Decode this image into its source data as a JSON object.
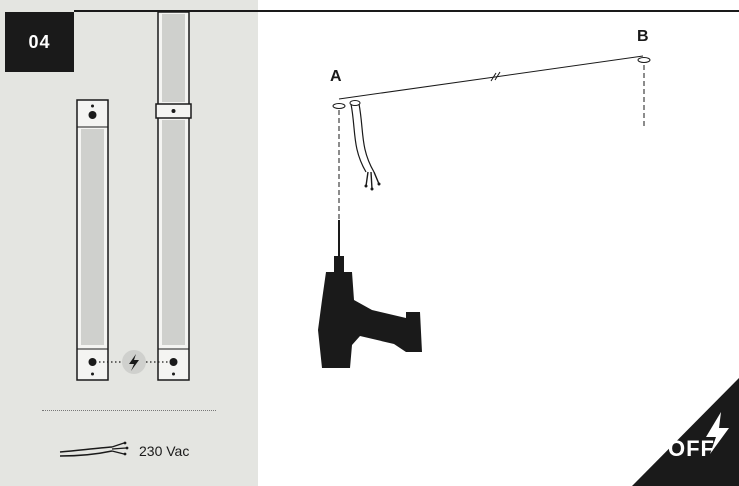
{
  "step": {
    "number": "04"
  },
  "cable": {
    "label": "230 Vac"
  },
  "points": {
    "a": "A",
    "b": "B"
  },
  "power": {
    "state": "OFF"
  },
  "colors": {
    "panel_bg": "#e4e5e1",
    "ink": "#1a1a1a",
    "strip_fill": "#cfd0cd"
  },
  "icons": {
    "lightning": "lightning-icon",
    "drill": "drill-icon",
    "cable": "cable-icon"
  }
}
